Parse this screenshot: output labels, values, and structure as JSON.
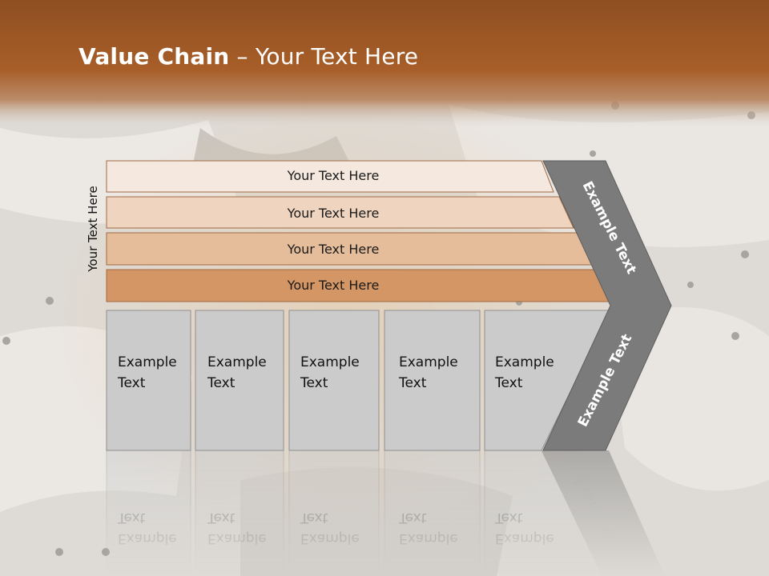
{
  "title": {
    "bold": "Value Chain",
    "rest": " – Your Text Here"
  },
  "side_label": "Your Text Here",
  "rows": [
    {
      "label": "Your Text Here",
      "color": "#f4e8df"
    },
    {
      "label": "Your Text Here",
      "color": "#efd4c0"
    },
    {
      "label": "Your Text Here",
      "color": "#e6bd9b"
    },
    {
      "label": "Your Text Here",
      "color": "#d49664"
    }
  ],
  "cells": [
    {
      "line1": "Example",
      "line2": "Text"
    },
    {
      "line1": "Example",
      "line2": "Text"
    },
    {
      "line1": "Example",
      "line2": "Text"
    },
    {
      "line1": "Example",
      "line2": "Text"
    },
    {
      "line1": "Example",
      "line2": "Text"
    }
  ],
  "chevron": {
    "upper": "Example Text",
    "lower": "Example Text",
    "color": "#7b7b7b"
  },
  "colors": {
    "header": "#a85e28",
    "cell": "#cbcbcb"
  }
}
